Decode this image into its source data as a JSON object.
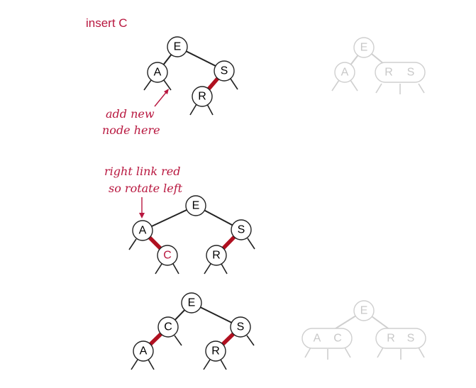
{
  "title": "insert C",
  "annotations": {
    "add_new_line1": "add new",
    "add_new_line2": "node here",
    "rotate_line1": "right link red",
    "rotate_line2": "so rotate left"
  },
  "colors": {
    "red_link": "#b01020",
    "accent_text": "#b8173f",
    "ghost": "#cfcfcf",
    "ink": "#222222"
  },
  "keys": {
    "E": "E",
    "A": "A",
    "S": "S",
    "R": "R",
    "C": "C"
  },
  "ghost_tree_1": {
    "root": "E",
    "left": "A",
    "right_3node": [
      "R",
      "S"
    ]
  },
  "ghost_tree_2": {
    "root": "E",
    "left_3node": [
      "A",
      "C"
    ],
    "right_3node": [
      "R",
      "S"
    ]
  }
}
